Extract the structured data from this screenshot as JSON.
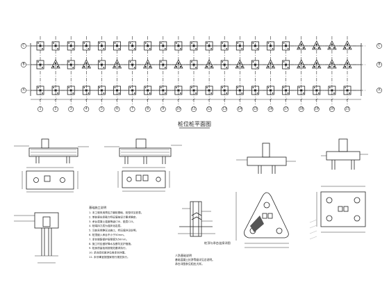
{
  "plan": {
    "title": "桩位桩平面图",
    "column_count": 21,
    "row_count": 3,
    "row_axis_labels": [
      "C",
      "B",
      "A"
    ],
    "column_axis_labels": [
      "1",
      "2",
      "3",
      "4",
      "5",
      "6",
      "7",
      "8",
      "9",
      "10",
      "11",
      "12",
      "13",
      "14",
      "15",
      "16",
      "17",
      "18",
      "19",
      "20",
      "21"
    ]
  },
  "notes": {
    "heading": "基础施工说明",
    "lines": [
      "1. 本工程采用预应力管桩基础，桩型详见桩表。",
      "2. 单桩竖向承载力特征值按设计要求确定。",
      "3. 承台混凝土强度等级C30，垫层C15。",
      "4. 桩端持力层为强风化岩层。",
      "5. 沉桩采用静压法施工，终压值详见说明。",
      "6. 桩顶嵌入承台不小于50mm。",
      "7. 承台钢筋保护层厚度为50mm。",
      "8. 施工时应做好降水及基坑支护措施。",
      "9. 桩身质量检测按规范要求执行。",
      "10. 承台底标高详见各承台详图。",
      "11. 未尽事宜按国家现行规范执行。"
    ]
  },
  "footnote": {
    "heading": "人防基础说明",
    "lines": [
      "基础混凝土抗渗等级详见总说明。",
      "承台详图参见相应大样。"
    ]
  },
  "detail_label": "桩顶与承台连接详图"
}
